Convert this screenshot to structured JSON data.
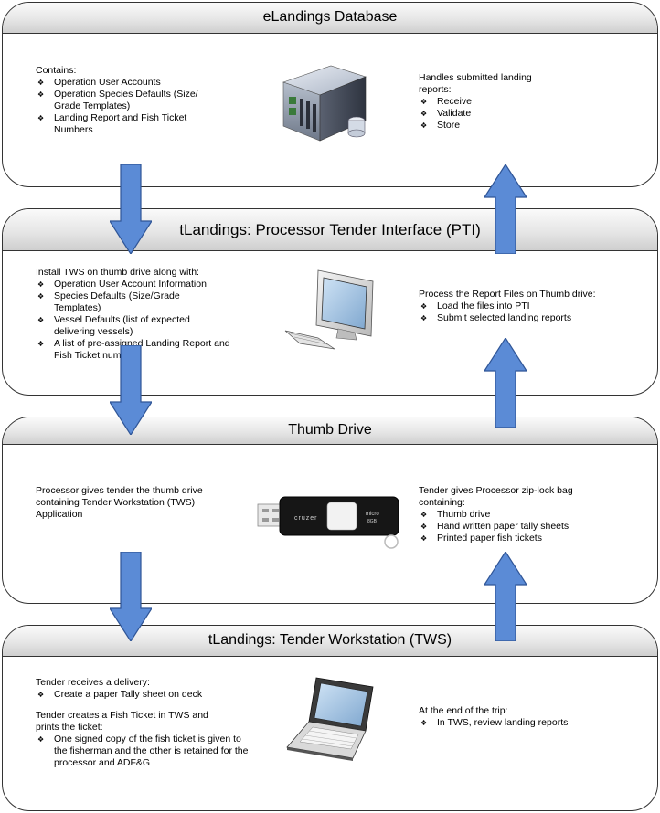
{
  "panels": [
    {
      "title": "eLandings Database",
      "left": {
        "intro": "Contains:",
        "items": [
          "Operation User Accounts",
          "Operation Species Defaults (Size/ Grade Templates)",
          "Landing Report and Fish Ticket Numbers"
        ]
      },
      "right": {
        "intro": "Handles submitted landing reports:",
        "items": [
          "Receive",
          "Validate",
          "Store"
        ]
      },
      "icon": "server-icon"
    },
    {
      "title": "tLandings: Processor Tender Interface (PTI)",
      "left": {
        "intro": "Install TWS on thumb drive along with:",
        "items": [
          "Operation User Account Information",
          "Species Defaults (Size/Grade Templates)",
          "Vessel Defaults (list of expected delivering vessels)",
          "A list of pre-assigned Landing Report and Fish Ticket numbers"
        ]
      },
      "right": {
        "intro": "Process the Report Files on Thumb drive:",
        "items": [
          "Load the files into PTI",
          "Submit selected landing reports"
        ]
      },
      "icon": "desktop-computer-icon"
    },
    {
      "title": "Thumb Drive",
      "left": {
        "intro": "Processor gives tender the thumb drive containing Tender Workstation (TWS) Application",
        "items": []
      },
      "right": {
        "intro": "Tender gives Processor zip-lock bag containing:",
        "items": [
          "Thumb drive",
          "Hand written paper tally sheets",
          "Printed paper fish tickets"
        ]
      },
      "icon": "usb-drive-icon",
      "drive_brand": "cruzer",
      "drive_model": "micro",
      "drive_capacity": "8GB"
    },
    {
      "title": "tLandings: Tender Workstation (TWS)",
      "left": {
        "intro": "Tender receives a delivery:",
        "items": [
          "Create a paper Tally sheet on deck"
        ],
        "intro2": "Tender creates a Fish Ticket in TWS and prints the ticket:",
        "items2": [
          "One signed copy of the fish ticket is given to the fisherman and the other is retained for the processor and ADF&G"
        ]
      },
      "right": {
        "intro": "At the end of the trip:",
        "items": [
          "In TWS, review landing reports"
        ]
      },
      "icon": "laptop-icon"
    }
  ],
  "arrows": [
    {
      "direction": "down",
      "icon": "arrow-down-icon"
    },
    {
      "direction": "up",
      "icon": "arrow-up-icon"
    }
  ],
  "colors": {
    "arrow_fill": "#5b8bd6",
    "arrow_stroke": "#2f5597",
    "border": "#333333"
  }
}
